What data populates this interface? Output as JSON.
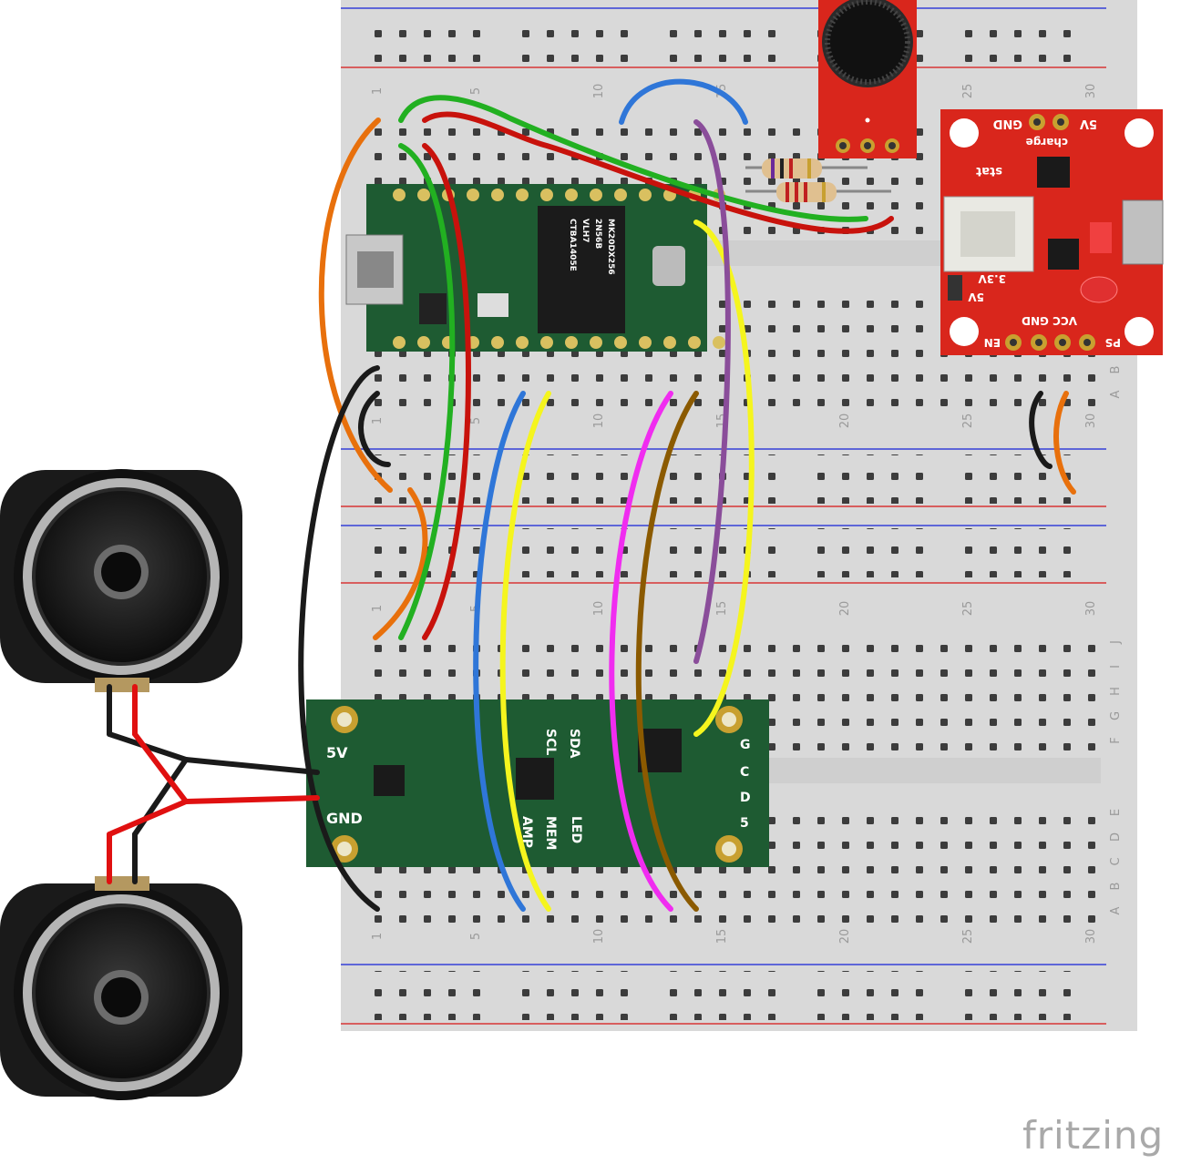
{
  "logo": "fritzing",
  "breadboard": {
    "column_numbers": [
      "1",
      "5",
      "10",
      "15",
      "20",
      "25",
      "30"
    ],
    "row_letters_upper": [
      "J",
      "I",
      "H",
      "G",
      "F",
      "E",
      "D",
      "C",
      "B",
      "A"
    ],
    "row_letters_lower": [
      "J",
      "I",
      "H",
      "G",
      "F",
      "E",
      "D",
      "C",
      "B",
      "A"
    ]
  },
  "teensy": {
    "chip_line1": "CTBA1405E",
    "chip_line2": "VLH7",
    "chip_line3": "2N56B",
    "chip_line4": "MK20DX256"
  },
  "audio_board": {
    "label_5v": "5V",
    "label_gnd": "GND",
    "pin_labels": [
      "SDA",
      "SCL",
      "AMP",
      "MEM",
      "LED",
      "G",
      "C",
      "D",
      "5"
    ]
  },
  "charger": {
    "label_gnd": "GND",
    "label_5v": "5V",
    "label_charge": "charge",
    "label_stat": "stat",
    "label_3v3": "3.3V",
    "label_5v_sel": "5V",
    "label_en": "EN",
    "label_vcc_gnd": "VCC GND",
    "label_ps": "PS"
  },
  "wire_colors": {
    "orange": "#e8700c",
    "green": "#22b021",
    "red": "#c8120c",
    "blue": "#2f76d8",
    "yellow": "#f5f51e",
    "magenta": "#f02cf0",
    "brown": "#8b5a00",
    "purple": "#8a4d9a",
    "black": "#1a1a1a"
  }
}
